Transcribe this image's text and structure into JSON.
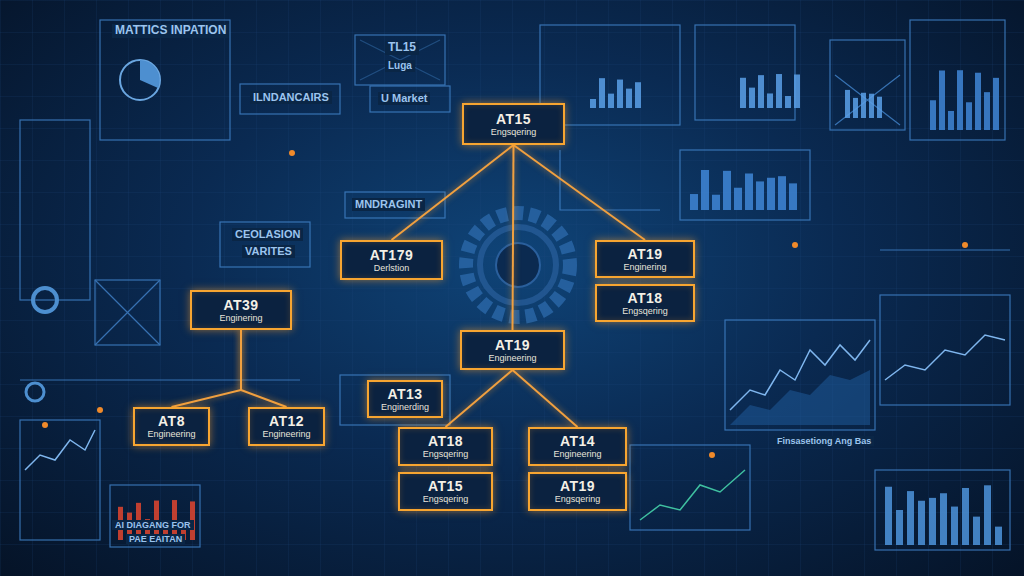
{
  "diagram": {
    "nodes": [
      {
        "text": [
          "AT15",
          "Engsqering"
        ]
      },
      {
        "text": [
          "AT179",
          "Derlstion"
        ]
      },
      {
        "text": [
          "AT19",
          "Enginering"
        ]
      },
      {
        "text": [
          "AT18",
          "Engsqering"
        ]
      },
      {
        "text": [
          "AT39",
          "Enginering"
        ]
      },
      {
        "text": [
          "AT19",
          "Engineering"
        ]
      },
      {
        "text": [
          "AT8",
          "Engineering"
        ]
      },
      {
        "text": [
          "AT12",
          "Engineering"
        ]
      },
      {
        "text": [
          "AT13",
          "Enginerding"
        ]
      },
      {
        "text": [
          "AT18",
          "Engsqering"
        ]
      },
      {
        "text": [
          "AT15",
          "Engsqering"
        ]
      },
      {
        "text": [
          "AT14",
          "Engineering"
        ]
      },
      {
        "text": [
          "AT19",
          "Engsqering"
        ]
      }
    ],
    "edges": [
      {
        "from": 0,
        "to": 1,
        "arrow": "none"
      },
      {
        "from": 0,
        "to": 2,
        "arrow": "none"
      },
      {
        "from": 0,
        "to": 5,
        "arrow": "none"
      },
      {
        "from": 4,
        "to": 6,
        "arrow": "none"
      },
      {
        "from": 4,
        "to": 7,
        "arrow": "none"
      },
      {
        "from": 5,
        "to": 9,
        "arrow": "none"
      },
      {
        "from": 5,
        "to": 11,
        "arrow": "none"
      }
    ],
    "labels": [
      "MATTICS INPATION",
      "ILNDANCAIRS",
      "TL15",
      "Luga",
      "U Market",
      "MNDRAGINT",
      "CEOLASION",
      "VARITES",
      "AI DIAGANG FOR",
      "PAE EAITAN",
      "Finsasetiong Ang Bas"
    ]
  }
}
